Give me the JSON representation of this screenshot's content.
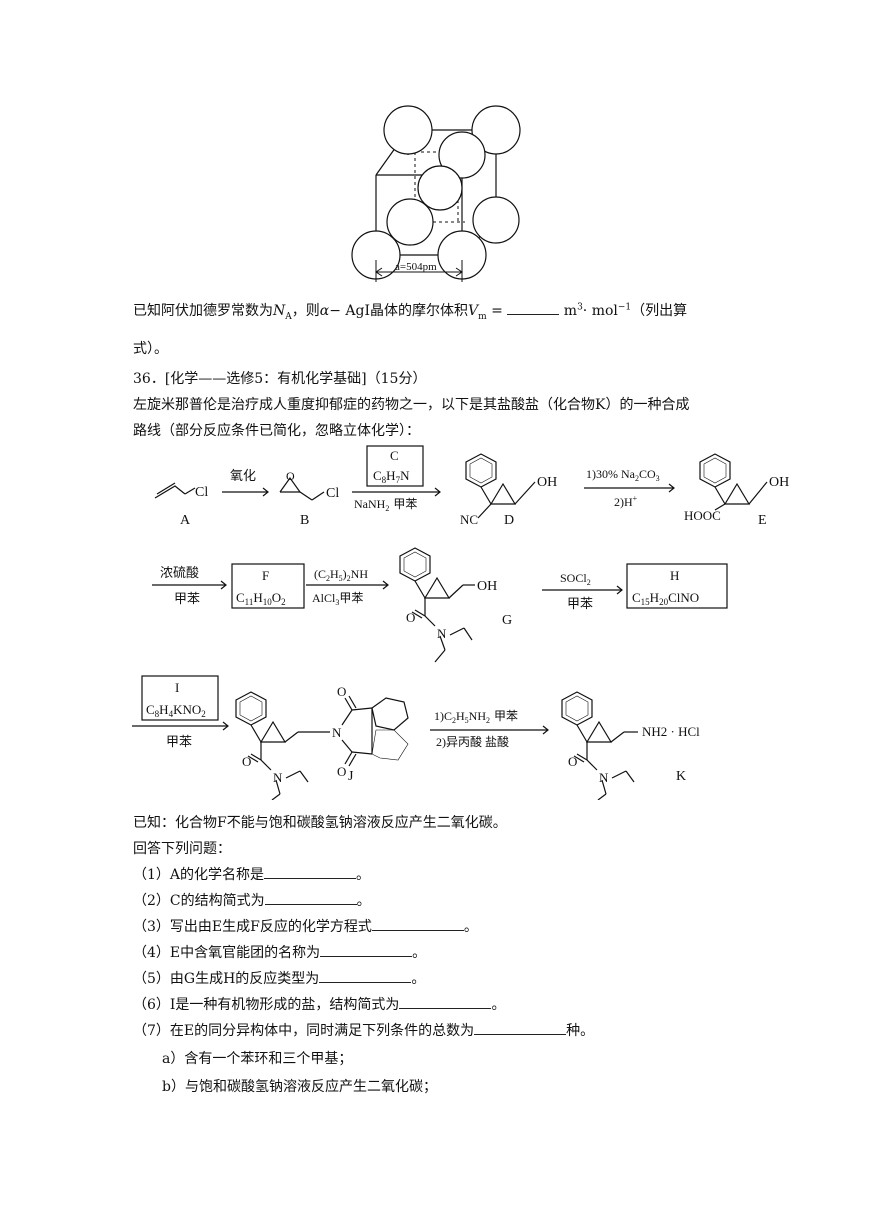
{
  "crystal": {
    "a_label": "a=504pm"
  },
  "molar_volume": {
    "prefix": "已知阿伏加德罗常数为",
    "NA": "N",
    "NA_sub": "A",
    "mid": "，则",
    "alpha": "α",
    "agi": "− AgI",
    "mid2": "晶体的摩尔体积",
    "Vm": "V",
    "Vm_sub": "m",
    "eq": "=",
    "unit_m": "m",
    "unit_m_sup": "3",
    "unit_mol": "· mol",
    "unit_mol_sup": "−1",
    "tail": "（列出算",
    "tail2": "式）。"
  },
  "question": {
    "header": "36．[化学——选修5：有机化学基础]（15分）",
    "intro1": "左旋米那普伦是治疗成人重度抑郁症的药物之一，以下是其盐酸盐（化合物K）的一种合成",
    "intro2": "路线（部分反应条件已简化，忽略立体化学）："
  },
  "scheme": {
    "A": "A",
    "B": "B",
    "D": "D",
    "E": "E",
    "G": "G",
    "J": "J",
    "K": "K",
    "Cl": "Cl",
    "OH": "OH",
    "NC": "NC",
    "HOOC": "HOOC",
    "O": "O",
    "N": "N",
    "oxidation": "氧化",
    "C_box": "C",
    "C_formula": "C",
    "C_formula_parts": [
      "8",
      "H",
      "7",
      "N"
    ],
    "nanh2": "NaNH",
    "nanh2_sub": "2",
    "toluene": "甲苯",
    "na2co3": "1)30% Na",
    "na2co3_sub1": "2",
    "na2co3_mid": "CO",
    "na2co3_sub2": "3",
    "hplus": "2)H",
    "hplus_sup": "+",
    "h2so4": "浓硫酸",
    "F_box": "F",
    "F_formula": "C",
    "F_parts": [
      "11",
      "H",
      "10",
      "O",
      "2"
    ],
    "et2nh": "(C",
    "et2nh_parts": [
      "2",
      "H",
      "5",
      ")",
      "2",
      "NH"
    ],
    "alcl3": "AlCl",
    "alcl3_sub": "3",
    "socl2": "SOCl",
    "socl2_sub": "2",
    "H_box": "H",
    "H_formula": "C",
    "H_parts": [
      "15",
      "H",
      "20",
      "ClNO"
    ],
    "I_box": "I",
    "I_formula": "C",
    "I_parts": [
      "8",
      "H",
      "4",
      "KNO",
      "2"
    ],
    "etnh2": "1)C",
    "etnh2_parts": [
      "2",
      "H",
      "5",
      "NH",
      "2"
    ],
    "etnh2_tail": "甲苯",
    "ipa": "2)异丙酸  盐酸",
    "nh2hcl": "NH2 · HCl"
  },
  "known": "已知：化合物F不能与饱和碳酸氢钠溶液反应产生二氧化碳。",
  "answer_prompt": "回答下列问题：",
  "items": [
    {
      "pre": "（1）A的化学名称是",
      "post": "。"
    },
    {
      "pre": "（2）C的结构简式为",
      "post": "。"
    },
    {
      "pre": "（3）写出由E生成F反应的化学方程式",
      "post": "。"
    },
    {
      "pre": "（4）E中含氧官能团的名称为",
      "post": "。"
    },
    {
      "pre": "（5）由G生成H的反应类型为",
      "post": "。"
    },
    {
      "pre": "（6）I是一种有机物形成的盐，结构简式为",
      "post": "。"
    },
    {
      "pre": "（7）在E的同分异构体中，同时满足下列条件的总数为",
      "post": "种。"
    }
  ],
  "conditions": [
    "a）含有一个苯环和三个甲基；",
    "b）与饱和碳酸氢钠溶液反应产生二氧化碳；"
  ]
}
